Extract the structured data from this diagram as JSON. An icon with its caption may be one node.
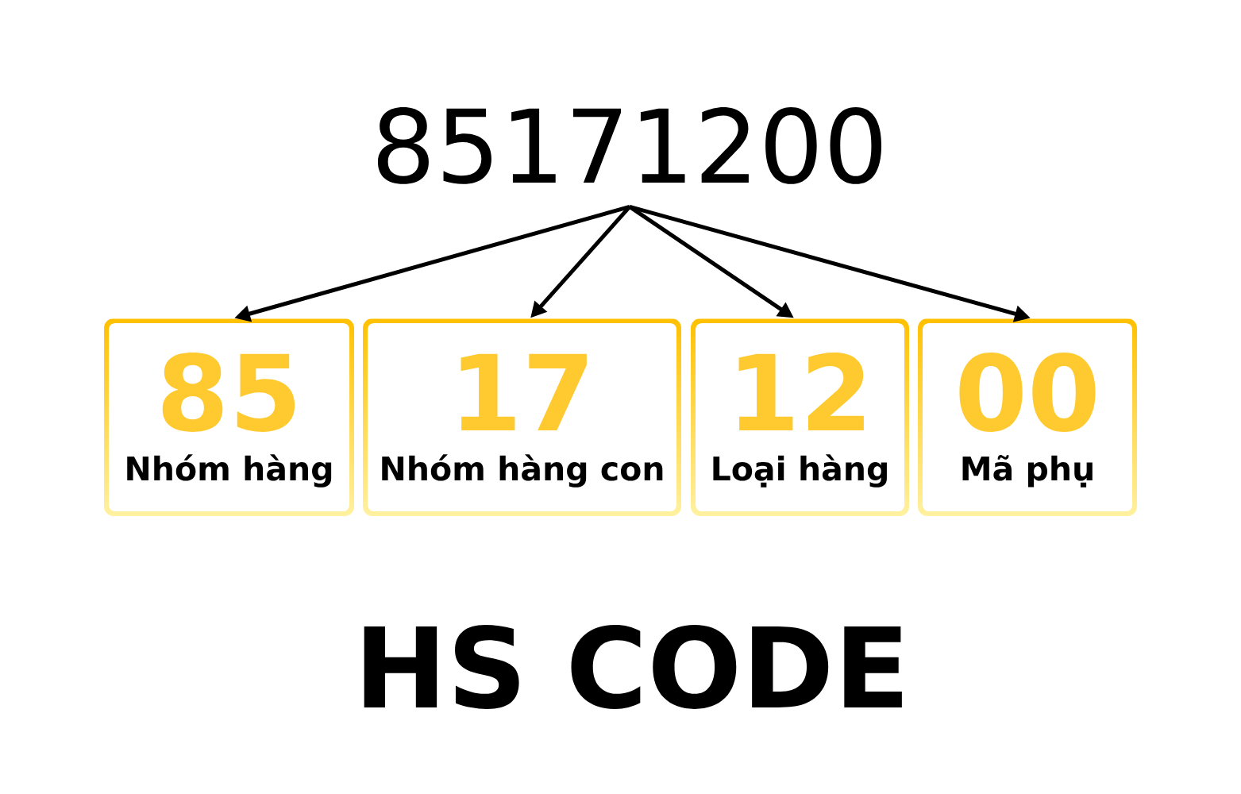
{
  "diagram": {
    "title": "HS CODE",
    "nodes": [
      {
        "text": [
          "85171200"
        ]
      },
      {
        "text": [
          "85",
          "Nhóm hàng"
        ]
      },
      {
        "text": [
          "17",
          "Nhóm hàng con"
        ]
      },
      {
        "text": [
          "12",
          "Loại hàng"
        ]
      },
      {
        "text": [
          "00",
          "Mã phụ"
        ]
      }
    ],
    "edges": [
      {
        "from": 0,
        "to": 1,
        "arrow": "to"
      },
      {
        "from": 0,
        "to": 2,
        "arrow": "to"
      },
      {
        "from": 0,
        "to": 3,
        "arrow": "to"
      },
      {
        "from": 0,
        "to": 4,
        "arrow": "to"
      }
    ]
  }
}
